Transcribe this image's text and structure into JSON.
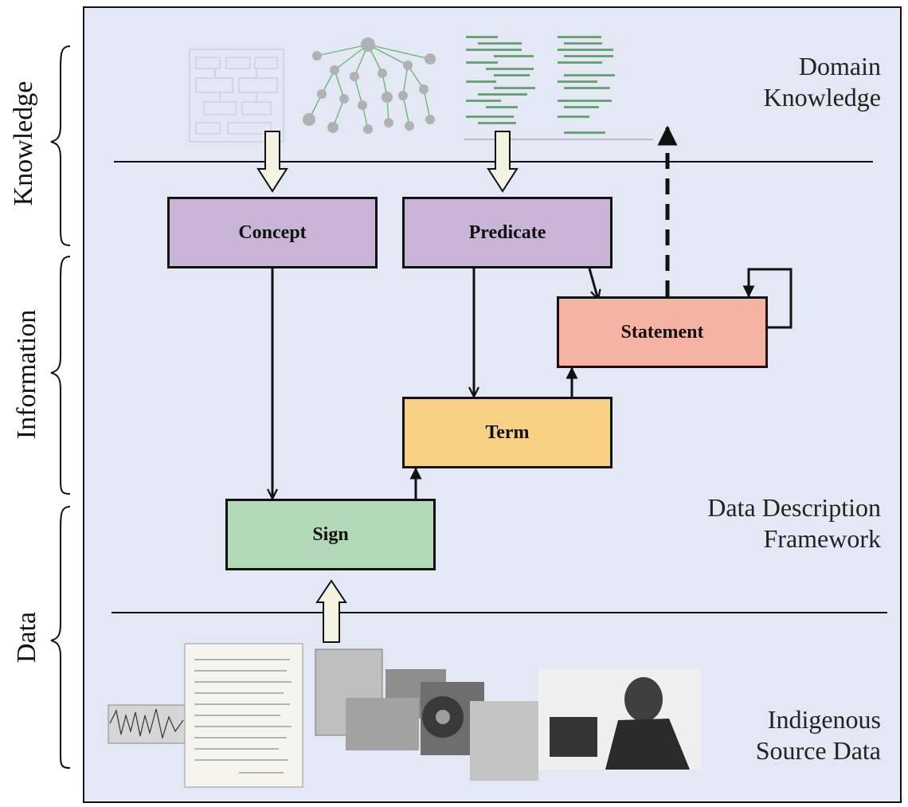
{
  "side_labels": {
    "knowledge": "Knowledge",
    "information": "Information",
    "data": "Data"
  },
  "right_labels": {
    "domain_knowledge": [
      "Domain",
      "Knowledge"
    ],
    "data_description_framework": [
      "Data Description",
      "Framework"
    ],
    "indigenous_source_data": [
      "Indigenous",
      "Source Data"
    ]
  },
  "boxes": {
    "concept": "Concept",
    "predicate": "Predicate",
    "statement": "Statement",
    "term": "Term",
    "sign": "Sign"
  },
  "colors": {
    "background": "#e4e8f4",
    "concept": "#c9b6d6",
    "predicate": "#c9b6d6",
    "statement": "#f5b3a3",
    "term": "#f8d184",
    "sign": "#b2d9b8",
    "hollow_arrow_fill": "#f4f3e2"
  }
}
